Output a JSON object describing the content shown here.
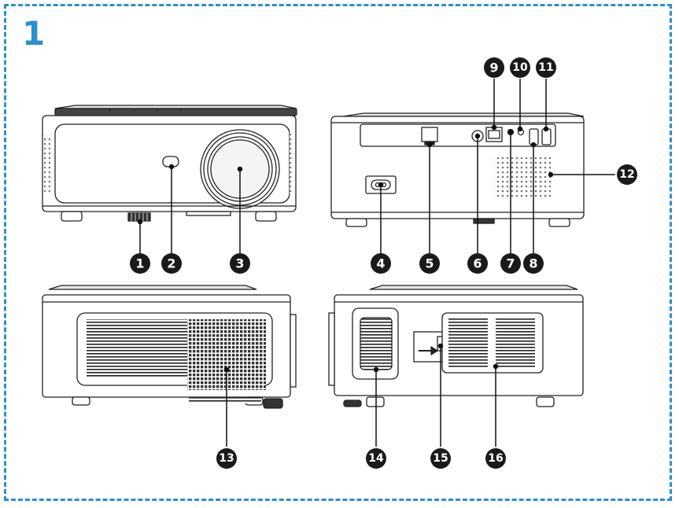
{
  "step_number": "1",
  "callouts": [
    {
      "id": "1",
      "label": "1"
    },
    {
      "id": "2",
      "label": "2"
    },
    {
      "id": "3",
      "label": "3"
    },
    {
      "id": "4",
      "label": "4"
    },
    {
      "id": "5",
      "label": "5"
    },
    {
      "id": "6",
      "label": "6"
    },
    {
      "id": "7",
      "label": "7"
    },
    {
      "id": "8",
      "label": "8"
    },
    {
      "id": "9",
      "label": "9"
    },
    {
      "id": "10",
      "label": "10"
    },
    {
      "id": "11",
      "label": "11"
    },
    {
      "id": "12",
      "label": "12"
    },
    {
      "id": "13",
      "label": "13"
    },
    {
      "id": "14",
      "label": "14"
    },
    {
      "id": "15",
      "label": "15"
    },
    {
      "id": "16",
      "label": "16"
    }
  ],
  "colors": {
    "frame": "#2a8fd0",
    "step_number": "#2a8fd0",
    "line_art": "#222222",
    "callout_fill": "#1a1a1a"
  }
}
